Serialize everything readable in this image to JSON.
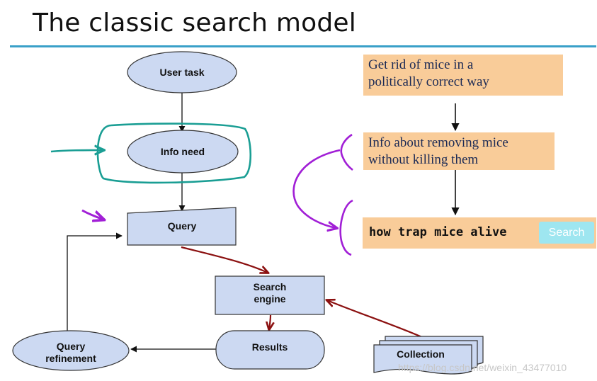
{
  "title": "The classic search model",
  "flow": {
    "user_task": "User task",
    "info_need": "Info need",
    "query": "Query",
    "search_engine_line1": "Search",
    "search_engine_line2": "engine",
    "results": "Results",
    "query_refinement_line1": "Query",
    "query_refinement_line2": "refinement",
    "collection": "Collection"
  },
  "example": {
    "task_line1": "Get rid of mice in a",
    "task_line2": "politically correct way",
    "need_line1": "Info about removing mice",
    "need_line2": "without killing them",
    "query": "how trap mice alive",
    "search_button": "Search"
  },
  "watermark": "https://blog.csdn.net/weixin_43477010",
  "colors": {
    "node_fill": "#ccd9f2",
    "node_stroke": "#333333",
    "rule": "#3aa0c8",
    "example_fill": "#f9cc99",
    "annotation_teal": "#1a9e94",
    "annotation_purple": "#a11fd6",
    "arrow_red": "#8b1010",
    "search_button": "#9ee6f0"
  }
}
